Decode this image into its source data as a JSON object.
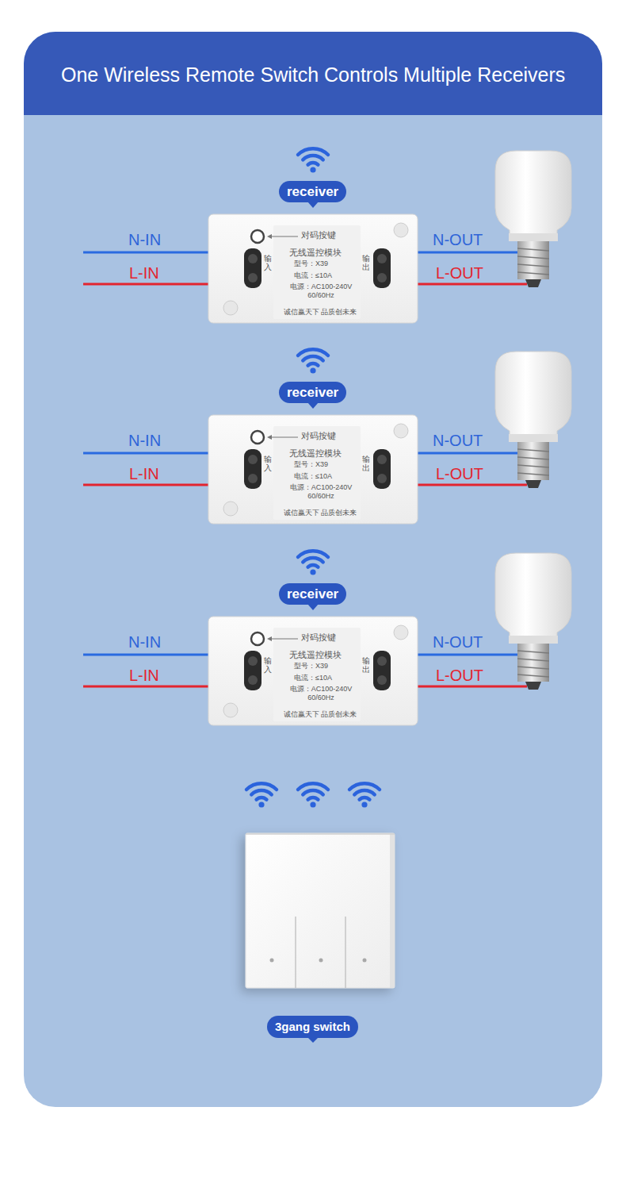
{
  "diagram": {
    "title": "One Wireless Remote Switch Controls Multiple Receivers",
    "nodes": [
      {
        "text": [
          "receiver"
        ]
      },
      {
        "text": [
          "对码按键",
          "无线遥控模块",
          "型号：X39",
          "电流：≤10A",
          "电源：AC100-240V 60/60Hz",
          "诚信赢天下 品质创未来",
          "输入",
          "输出"
        ]
      },
      {
        "text": [
          "receiver"
        ]
      },
      {
        "text": [
          "对码按键",
          "无线遥控模块",
          "型号：X39",
          "电流：≤10A",
          "电源：AC100-240V 60/60Hz",
          "诚信赢天下 品质创未来",
          "输入",
          "输出"
        ]
      },
      {
        "text": [
          "receiver"
        ]
      },
      {
        "text": [
          "对码按键",
          "无线遥控模块",
          "型号：X39",
          "电流：≤10A",
          "电源：AC100-240V 60/60Hz",
          "诚信赢天下 品质创未来",
          "输入",
          "输出"
        ]
      },
      {
        "text": [
          "3gang switch"
        ]
      }
    ],
    "labels": [
      "N-IN",
      "L-IN",
      "N-OUT",
      "L-OUT",
      "N-IN",
      "L-IN",
      "N-OUT",
      "L-OUT",
      "N-IN",
      "L-IN",
      "N-OUT",
      "L-OUT"
    ]
  }
}
